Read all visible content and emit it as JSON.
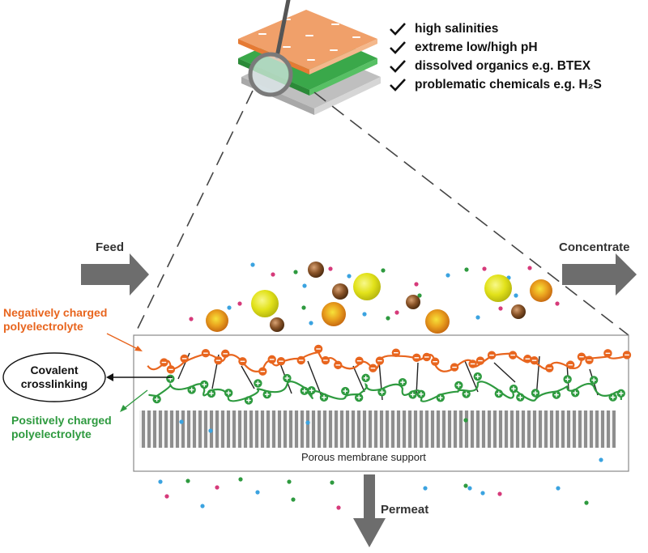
{
  "checklist": [
    {
      "icon": "checkmark-icon",
      "text": "high salinities"
    },
    {
      "icon": "checkmark-icon",
      "text": "extreme low/high pH"
    },
    {
      "icon": "checkmark-icon",
      "text": "dissolved organics e.g. BTEX"
    },
    {
      "icon": "checkmark-icon",
      "text": "problematic chemicals e.g. H₂S"
    }
  ],
  "flows": {
    "feed": "Feed",
    "concentrate": "Concentrate",
    "permeate": "Permeat"
  },
  "labels": {
    "negative_line1": "Negatively charged",
    "negative_line2": "polyelectrolyte",
    "positive_line1": "Positively charged",
    "positive_line2": "polyelectrolyte",
    "crosslink_line1": "Covalent",
    "crosslink_line2": "crosslinking",
    "support": "Porous membrane support"
  },
  "colors": {
    "negative": "#e8651e",
    "positive": "#2e9a3f",
    "arrow": "#6d6d6d",
    "foulant_yellow": "#dede1a",
    "foulant_orange": "#e8961a",
    "foulant_brown": "#7a4a22",
    "ion_blue": "#3ba3e0",
    "ion_pink": "#d63a7a",
    "ion_green": "#2e9a3f"
  }
}
